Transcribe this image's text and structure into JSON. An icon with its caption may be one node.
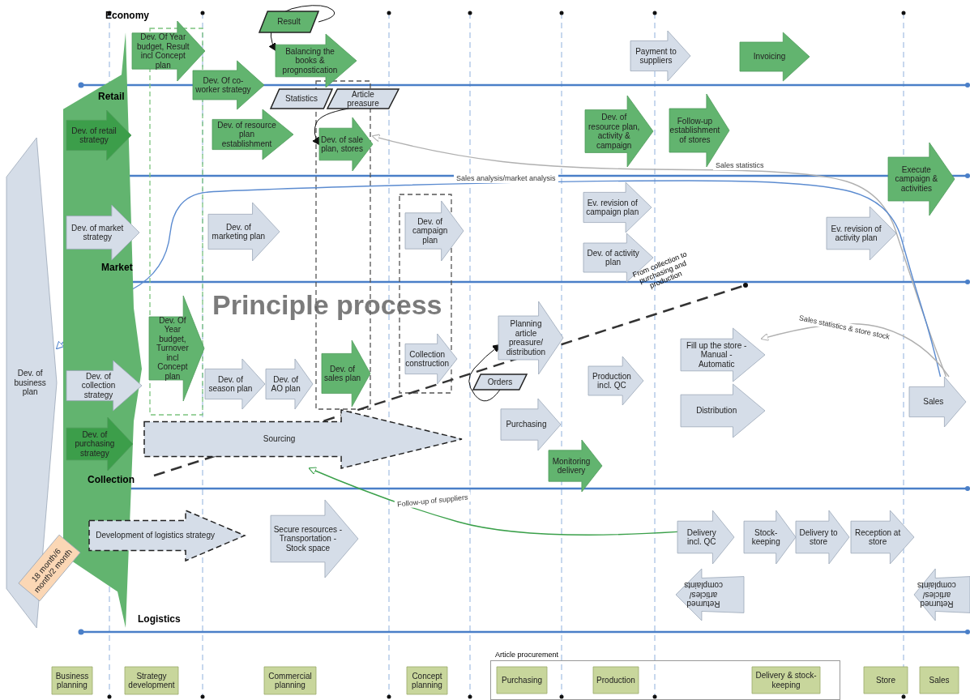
{
  "diagram": {
    "nodes": [
      {
        "text": [
          "Dev. of business plan"
        ]
      },
      {
        "text": [
          "18 month/6 month/2 month"
        ]
      },
      {
        "text": [
          "Dev. Of Year budget, Result incl Concept plan"
        ]
      },
      {
        "text": [
          "Result"
        ]
      },
      {
        "text": [
          "Balancing the books & prognostication"
        ]
      },
      {
        "text": [
          "Dev. Of co-worker strategy"
        ]
      },
      {
        "text": [
          "Payment to suppliers"
        ]
      },
      {
        "text": [
          "Invoicing"
        ]
      },
      {
        "text": [
          "Dev. of retail strategy"
        ],
        "in": 56
      },
      {
        "text": [
          "Statistics"
        ]
      },
      {
        "text": [
          "Article preasure"
        ]
      },
      {
        "text": [
          "Dev. of resource plan establishment"
        ]
      },
      {
        "text": [
          "Dev. of sale plan, stores"
        ]
      },
      {
        "text": [
          "Dev. of resource plan, activity & campaign"
        ]
      },
      {
        "text": [
          "Follow-up establishment of stores"
        ]
      },
      {
        "text": [
          "Execute campaign & activities"
        ]
      },
      {
        "text": [
          "Dev. of market strategy"
        ],
        "in": 56
      },
      {
        "text": [
          "Dev. of marketing plan"
        ]
      },
      {
        "text": [
          "Dev. of campaign plan"
        ]
      },
      {
        "text": [
          "Ev. revision of campaign plan"
        ]
      },
      {
        "text": [
          "Dev. of activity plan"
        ]
      },
      {
        "text": [
          "Ev. revision of activity plan"
        ]
      },
      {
        "text": [
          "Dev. of collection strategy"
        ],
        "in": 56
      },
      {
        "text": [
          "Dev. Of Year budget, Turnover incl Concept plan"
        ]
      },
      {
        "text": [
          "Dev. of season plan"
        ]
      },
      {
        "text": [
          "Dev. of AO plan"
        ]
      },
      {
        "text": [
          "Dev. of sales plan"
        ]
      },
      {
        "text": [
          "Collection construction"
        ]
      },
      {
        "text": [
          "Planning article preasure/ distribution"
        ]
      },
      {
        "text": [
          "Orders"
        ]
      },
      {
        "text": [
          "Production incl. QC"
        ]
      },
      {
        "text": [
          "Fill up the store - Manual - Automatic"
        ]
      },
      {
        "text": [
          "Distribution"
        ]
      },
      {
        "text": [
          "Sales"
        ]
      },
      {
        "text": [
          "Dev. of purchasing strategy"
        ],
        "in": 56
      },
      {
        "text": [
          "Sourcing"
        ]
      },
      {
        "text": [
          "Purchasing"
        ]
      },
      {
        "text": [
          "Monitoring delivery"
        ]
      },
      {
        "text": [
          "Development of logistics strategy"
        ]
      },
      {
        "text": [
          "Secure resources - Transportation - Stock space"
        ]
      },
      {
        "text": [
          "Delivery incl. QC"
        ]
      },
      {
        "text": [
          "Stock-keeping"
        ]
      },
      {
        "text": [
          "Delivery to store"
        ]
      },
      {
        "text": [
          "Reception at store"
        ]
      },
      {
        "text": [
          "Returned articles/ complaints"
        ]
      },
      {
        "text": [
          "Returned articles/ complaints"
        ]
      },
      {
        "text": [
          "Business planning"
        ]
      },
      {
        "text": [
          "Strategy development"
        ]
      },
      {
        "text": [
          "Commercial planning"
        ]
      },
      {
        "text": [
          "Concept planning"
        ]
      },
      {
        "text": [
          "Article procurement"
        ]
      },
      {
        "text": [
          "Purchasing"
        ],
        "in": 50
      },
      {
        "text": [
          "Production"
        ],
        "in": 50
      },
      {
        "text": [
          "Delivery & stock-keeping"
        ],
        "in": 50
      },
      {
        "text": [
          "Store"
        ]
      },
      {
        "text": [
          "Sales"
        ]
      },
      {
        "text": [],
        "shape": "arrow"
      }
    ],
    "edges": [
      {
        "from": 3,
        "to": 4,
        "arrow": "to"
      },
      {
        "from": 10,
        "to": 12,
        "arrow": "to"
      },
      {
        "from": 33,
        "to": 12,
        "arrow": "to",
        "label": "Sales statistics",
        "color": "#b0b0b0"
      },
      {
        "from": 33,
        "to": 0,
        "arrow": "to",
        "label": "Sales analysis/market analysis",
        "color": "#5b8bd0"
      },
      {
        "from": 33,
        "to": 31,
        "arrow": "to",
        "label": "Sales statistics & store stock",
        "color": "#b0b0b0"
      },
      {
        "from": 29,
        "to": 28,
        "arrow": "to"
      },
      {
        "from": 40,
        "to": 35,
        "arrow": "to",
        "label": "Follow-up of suppliers",
        "color": "#3aa04a"
      }
    ],
    "labels": [
      "Economy",
      "Retail",
      "Market",
      "Collection",
      "Logistics",
      "Principle process",
      "From collection to purchasing and production"
    ]
  }
}
